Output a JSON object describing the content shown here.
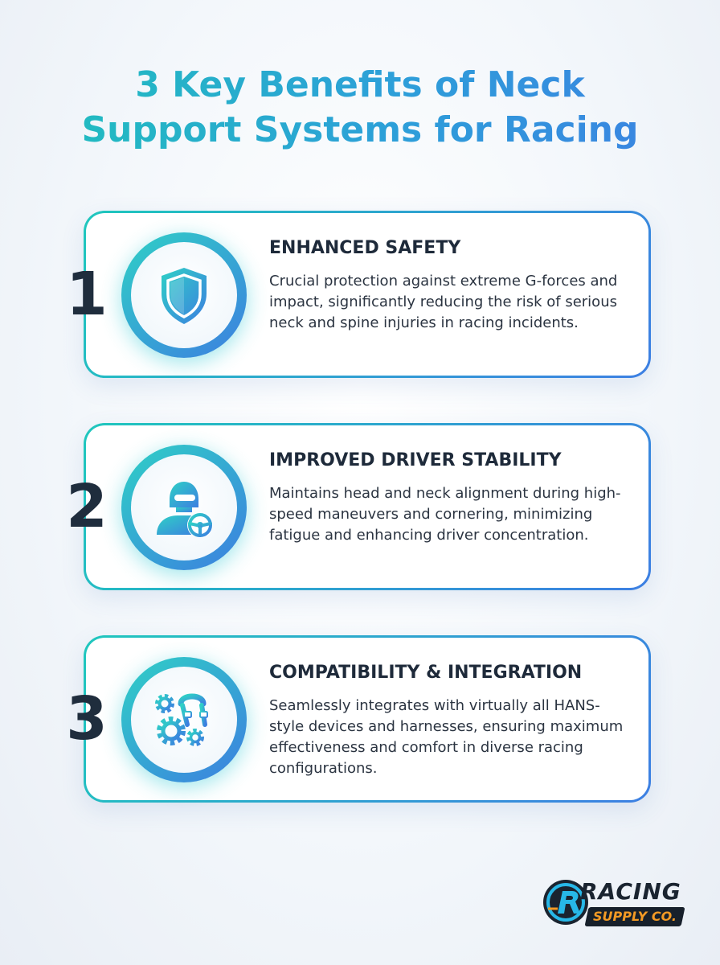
{
  "title": {
    "line1": "3 Key Benefits of Neck",
    "line2": "Support Systems for Racing"
  },
  "benefits": [
    {
      "number": "1",
      "heading": "ENHANCED SAFETY",
      "body": "Crucial protection against extreme G-forces and impact, significantly reducing the risk of serious neck and spine injuries in racing incidents.",
      "icon": "shield-icon"
    },
    {
      "number": "2",
      "heading": "IMPROVED DRIVER STABILITY",
      "body": "Maintains head and neck alignment during high-speed maneuvers and cornering, minimizing fatigue and enhancing driver concentration.",
      "icon": "driver-steering-wheel-icon"
    },
    {
      "number": "3",
      "heading": "COMPATIBILITY & INTEGRATION",
      "body": "Seamlessly integrates with virtually all HANS-style devices and harnesses, ensuring maximum effectiveness and comfort in diverse racing configurations.",
      "icon": "gears-harness-icon"
    }
  ],
  "logo": {
    "word1": "RACING",
    "word2": "SUPPLY CO."
  },
  "colors": {
    "accent_teal": "#1fc7bd",
    "accent_blue": "#3d7fe3",
    "text_dark": "#1e2a3a",
    "logo_orange": "#f39a24"
  }
}
